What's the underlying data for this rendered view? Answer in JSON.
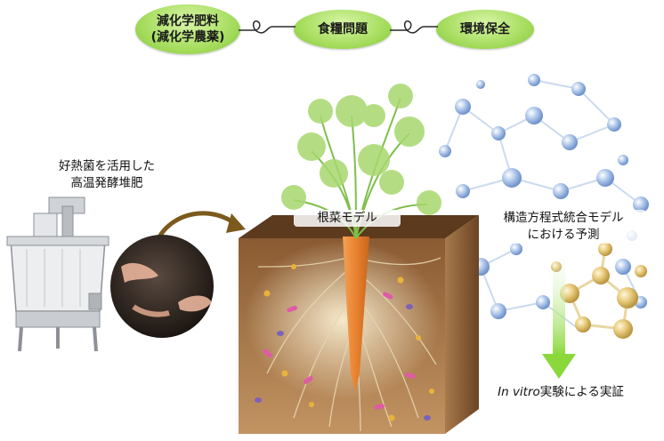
{
  "top_pills": [
    {
      "line1": "減化学肥料",
      "line2": "(減化学農薬)"
    },
    {
      "line1": "食糧問題"
    },
    {
      "line1": "環境保全"
    }
  ],
  "labels": {
    "compost_line1": "好熱菌を活用した",
    "compost_line2": "高温発酵堆肥",
    "root_model": "根菜モデル",
    "sem_line1": "構造方程式統合モデル",
    "sem_line2": "における予測",
    "invitro_italic": "In vitro",
    "invitro_rest": "実験による実証"
  },
  "colors": {
    "pill_green": "#a6dd5e",
    "arrow_green": "#9adf4e",
    "soil_brown": "#7a4e2a",
    "carrot_orange": "#e8822e",
    "molecule_blue": "#7fa3d6",
    "molecule_gold": "#d9b45a"
  }
}
